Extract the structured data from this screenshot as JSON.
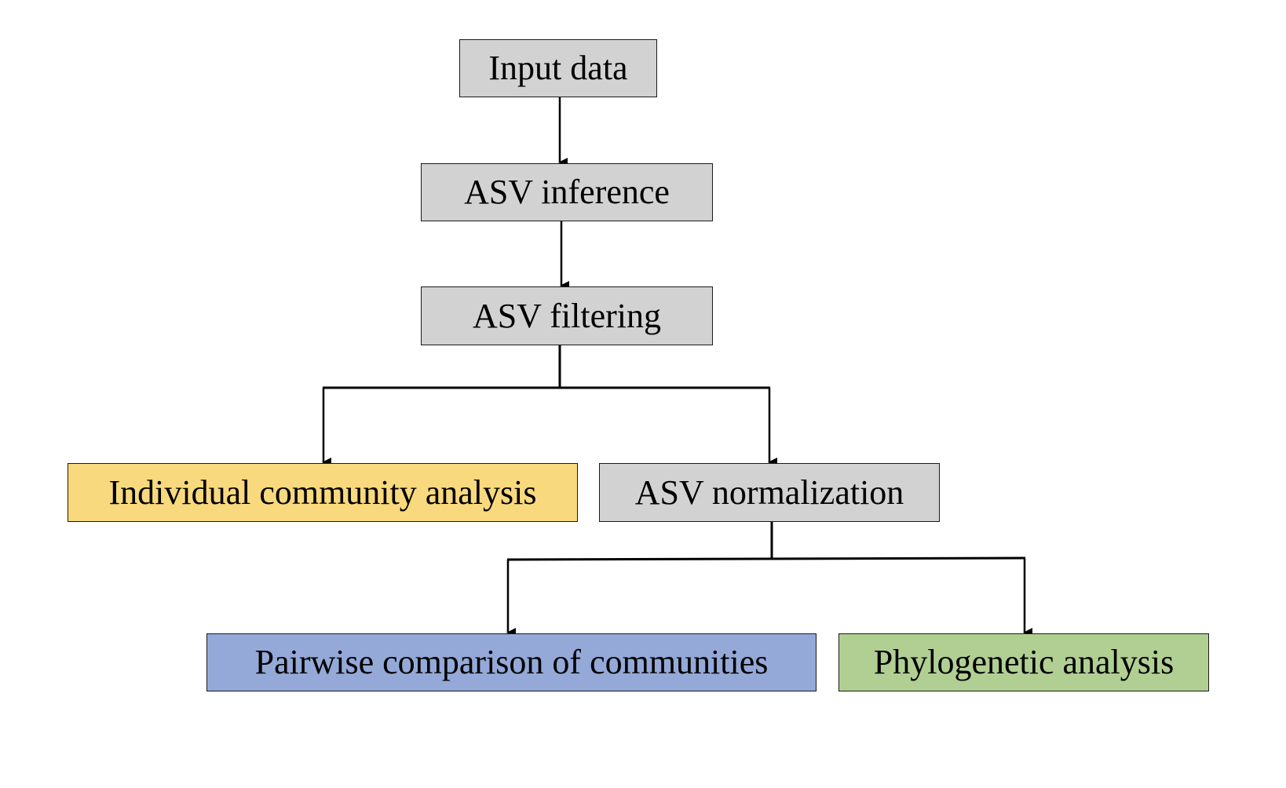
{
  "nodes": {
    "input": {
      "label": "Input data",
      "color": "#d3d2d3"
    },
    "inference": {
      "label": "ASV inference",
      "color": "#d3d2d3"
    },
    "filtering": {
      "label": "ASV filtering",
      "color": "#d3d2d3"
    },
    "individual": {
      "label": "Individual community analysis",
      "color": "#f8d97d"
    },
    "normalization": {
      "label": "ASV normalization",
      "color": "#d3d2d3"
    },
    "pairwise": {
      "label": "Pairwise comparison of communities",
      "color": "#94a9d8"
    },
    "phylogenetic": {
      "label": "Phylogenetic analysis",
      "color": "#b1cf93"
    }
  },
  "edges": [
    {
      "from": "input",
      "to": "inference"
    },
    {
      "from": "inference",
      "to": "filtering"
    },
    {
      "from": "filtering",
      "to": "individual"
    },
    {
      "from": "filtering",
      "to": "normalization"
    },
    {
      "from": "normalization",
      "to": "pairwise"
    },
    {
      "from": "normalization",
      "to": "phylogenetic"
    }
  ],
  "line_color": "#000000"
}
